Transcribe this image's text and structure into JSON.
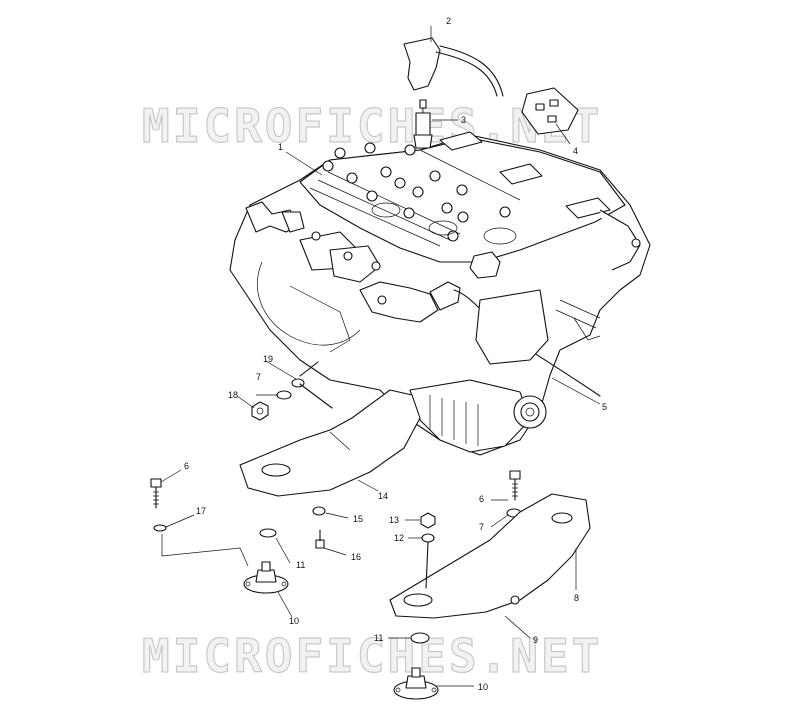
{
  "watermark": "MICROFICHES.NET",
  "callouts": {
    "c1": "1",
    "c2": "2",
    "c3": "3",
    "c4": "4",
    "c5": "5",
    "c6a": "6",
    "c6b": "6",
    "c7a": "7",
    "c7b": "7",
    "c8": "8",
    "c9": "9",
    "c10a": "10",
    "c10b": "10",
    "c11a": "11",
    "c11b": "11",
    "c12": "12",
    "c13": "13",
    "c14": "14",
    "c15": "15",
    "c16": "16",
    "c17": "17",
    "c18": "18",
    "c19": "19"
  }
}
